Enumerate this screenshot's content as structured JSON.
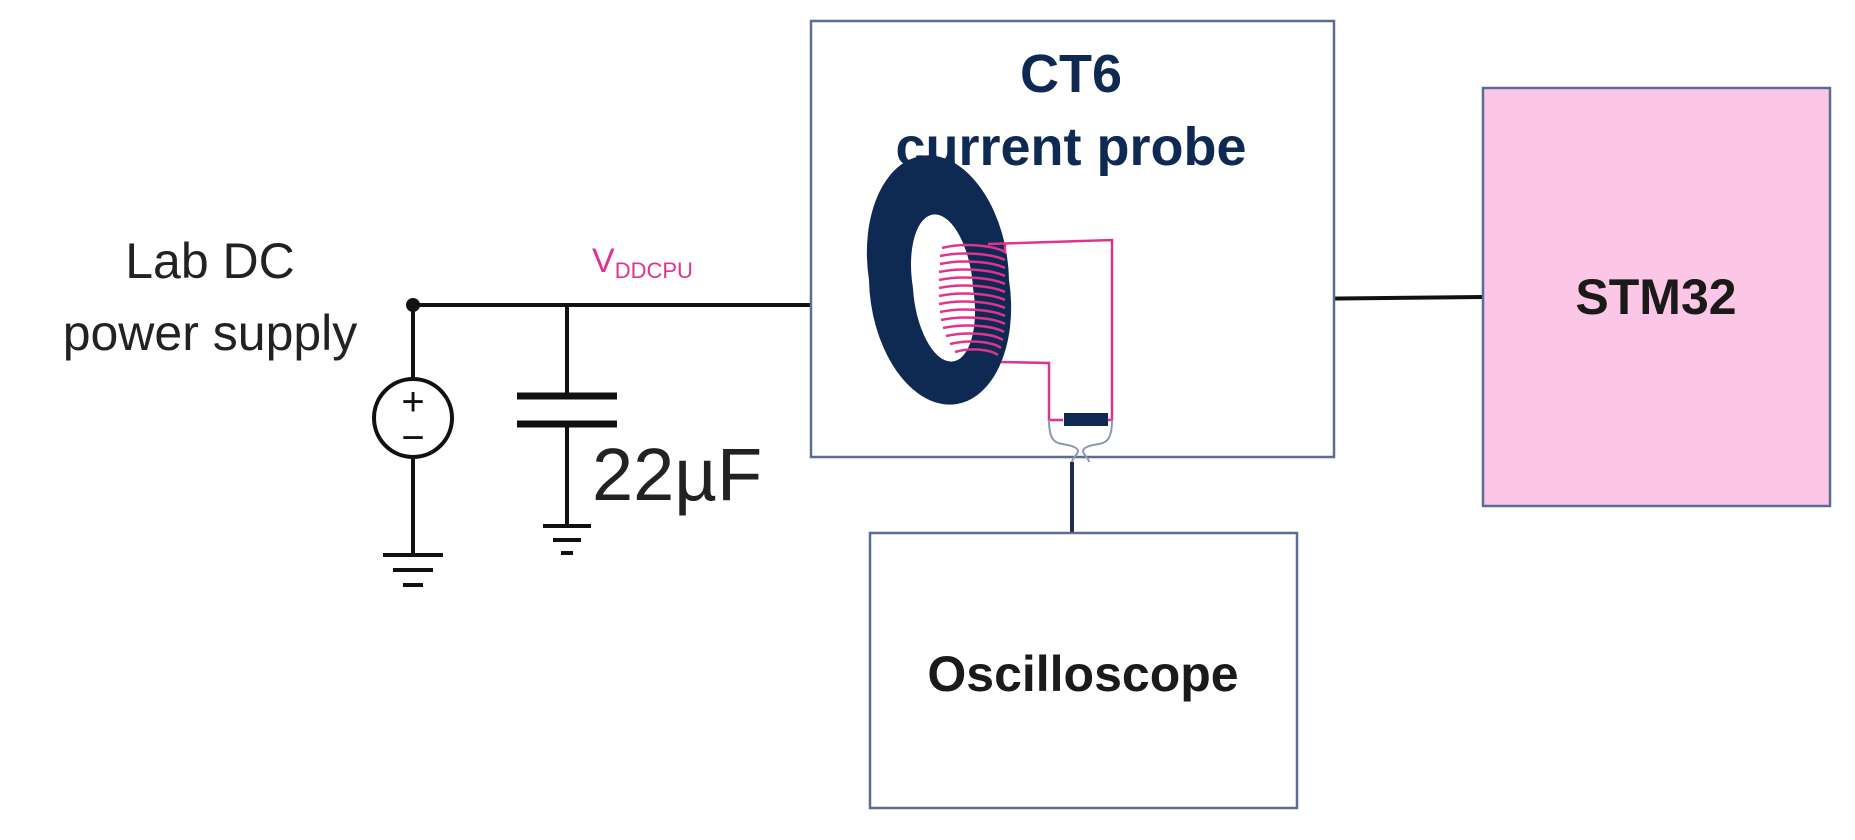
{
  "supply": {
    "label_line1": "Lab DC",
    "label_line2": "power supply",
    "plus": "+",
    "minus": "−"
  },
  "net": {
    "label_main": "V",
    "label_sub": "DDCPU"
  },
  "capacitor": {
    "label": "22µF"
  },
  "probe": {
    "title_line1": "CT6",
    "title_line2": "current probe"
  },
  "mcu": {
    "label": "STM32"
  },
  "scope": {
    "label": "Oscilloscope"
  },
  "colors": {
    "wire": "#111111",
    "probe_core": "#0f2a52",
    "probe_title": "#0f2a52",
    "coil": "#e0338f",
    "net_label": "#e0338f",
    "mcu_fill": "#fcc6e6",
    "box_stroke": "#5a6e94"
  }
}
